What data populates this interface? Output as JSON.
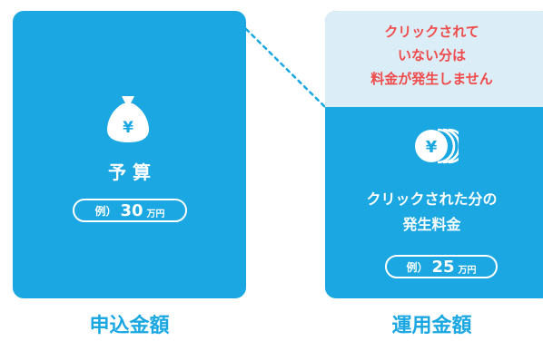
{
  "left_panel": {
    "title": "予 算",
    "example_prefix": "例）",
    "example_value": "30",
    "example_unit": "万円",
    "caption": "申込金額",
    "icon": "money-bag-yen-icon"
  },
  "right_panel": {
    "note_line1": "クリックされて",
    "note_line2": "いない分は",
    "note_line3": "料金が発生しません",
    "title_line1": "クリックされた分の",
    "title_line2": "発生料金",
    "example_prefix": "例）",
    "example_value": "25",
    "example_unit": "万円",
    "caption": "運用金額",
    "icon": "yen-coins-icon"
  },
  "colors": {
    "primary": "#1aa7e2",
    "light": "#dbedf7",
    "note": "#f04a4a"
  }
}
